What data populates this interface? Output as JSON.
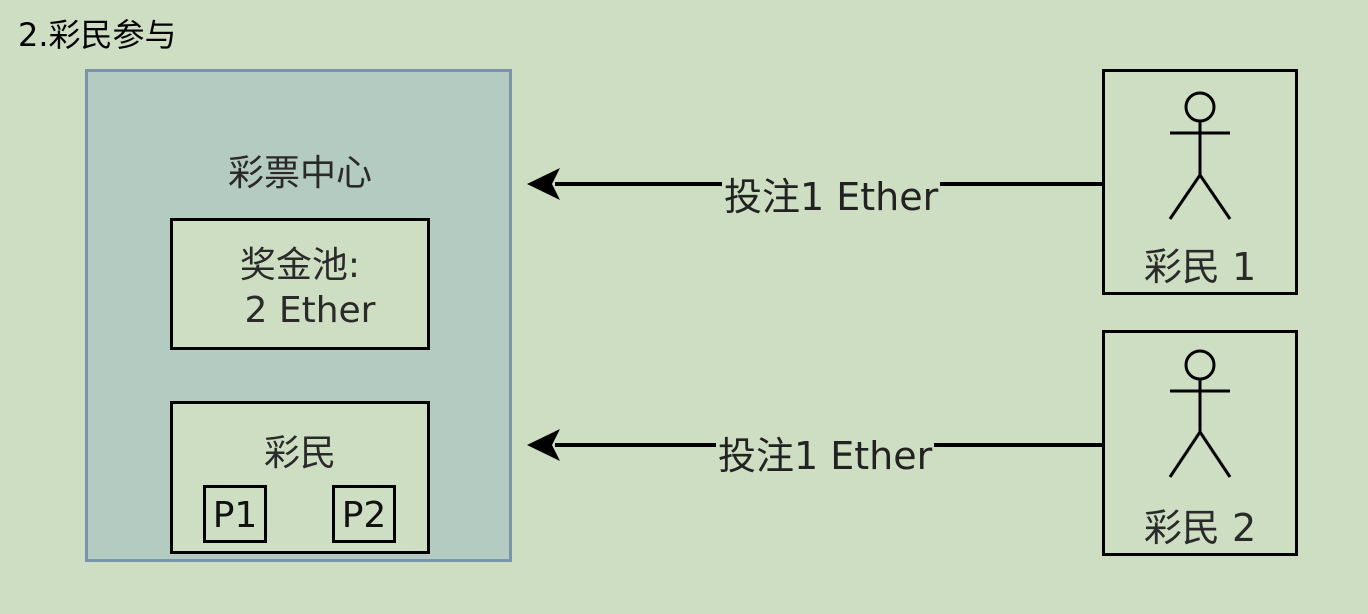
{
  "title": "2.彩民参与",
  "lottery_center": {
    "title": "彩票中心",
    "prize_pool": {
      "label": "奖金池:",
      "value": "2 Ether"
    },
    "players": {
      "label": "彩民",
      "chips": [
        "P1",
        "P2"
      ]
    }
  },
  "actors": [
    {
      "label": "彩民 1"
    },
    {
      "label": "彩民 2"
    }
  ],
  "bets": [
    {
      "label": "投注1 Ether"
    },
    {
      "label": "投注1 Ether"
    }
  ]
}
